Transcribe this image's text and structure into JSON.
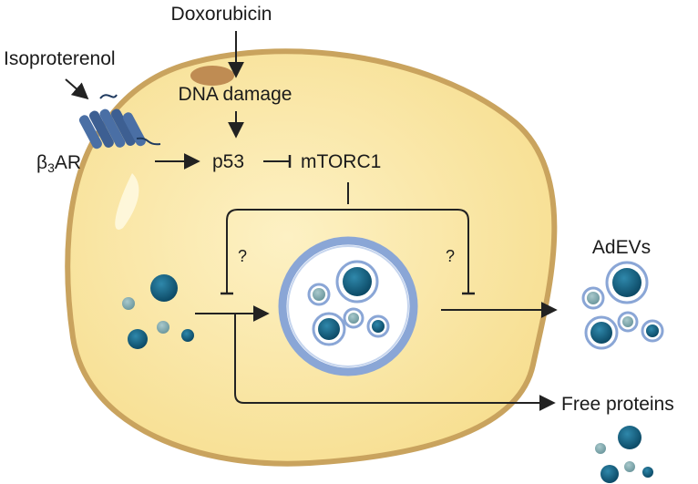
{
  "labels": {
    "doxorubicin": "Doxorubicin",
    "isoproterenol": "Isoproterenol",
    "dna_damage": "DNA damage",
    "beta3ar_main": "β",
    "beta3ar_sub": "3",
    "beta3ar_tail": "AR",
    "p53": "p53",
    "mtorc1": "mTORC1",
    "question_left": "?",
    "question_right": "?",
    "adevs": "AdEVs",
    "free_proteins": "Free proteins"
  },
  "colors": {
    "cytoplasm": "#fbe8a6",
    "membrane": "#c9a35e",
    "nucleus": "#b8824a",
    "vesicle_ring": "#8aa6d6",
    "dark_particle": "#13607e",
    "light_particle": "#8fb3b8",
    "receptor": "#4a6fa5",
    "arrow": "#222222"
  }
}
